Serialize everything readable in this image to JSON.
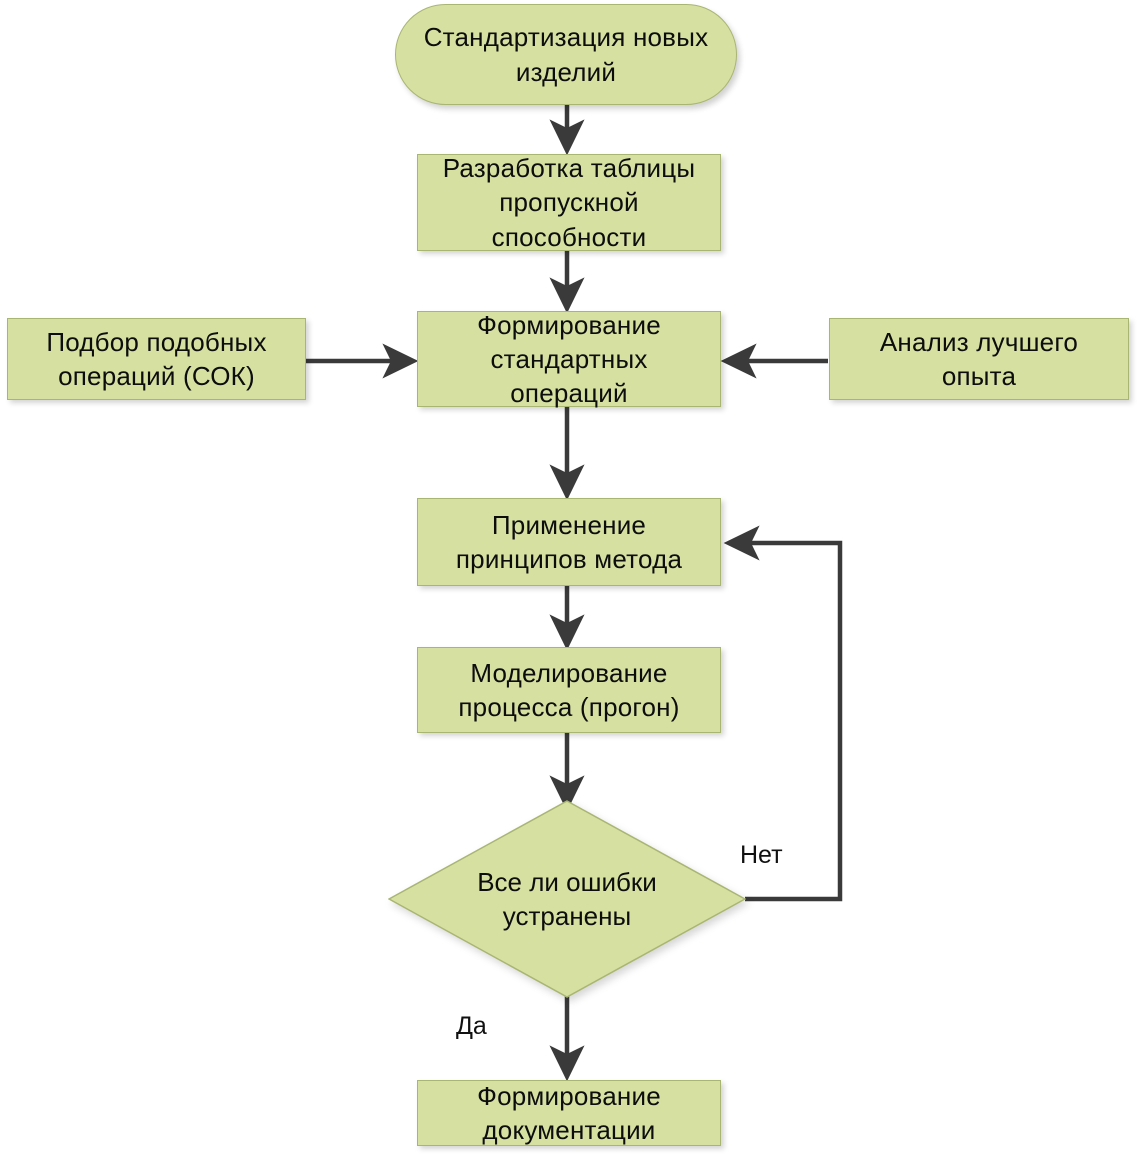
{
  "diagram": {
    "title": "Стандартизация новых изделий",
    "theme": {
      "node_fill": "#d6e0a1",
      "node_border": "#a9b573",
      "edge_color": "#3a3a3a",
      "text_color": "#0d0d0d",
      "background": "#ffffff"
    },
    "nodes": [
      {
        "id": "start",
        "shape": "stadium",
        "label": "Стандартизация новых\nизделий"
      },
      {
        "id": "table",
        "shape": "rect",
        "label": "Разработка таблицы\nпропускной\nспособности"
      },
      {
        "id": "standard_op",
        "shape": "rect",
        "label": "Формирование\nстандартных\nопераций"
      },
      {
        "id": "similar_op",
        "shape": "rect",
        "label": "Подбор подобных\nопераций (СОК)"
      },
      {
        "id": "best_exp",
        "shape": "rect",
        "label": "Анализ лучшего\nопыта"
      },
      {
        "id": "principles",
        "shape": "rect",
        "label": "Применение\nпринципов метода"
      },
      {
        "id": "modeling",
        "shape": "rect",
        "label": "Моделирование\nпроцесса (прогон)"
      },
      {
        "id": "decision",
        "shape": "diamond",
        "label": "Все ли ошибки\nустранены"
      },
      {
        "id": "docs",
        "shape": "rect",
        "label": "Формирование\nдокументации"
      }
    ],
    "edge_labels": {
      "no": "Нет",
      "yes": "Да"
    }
  }
}
